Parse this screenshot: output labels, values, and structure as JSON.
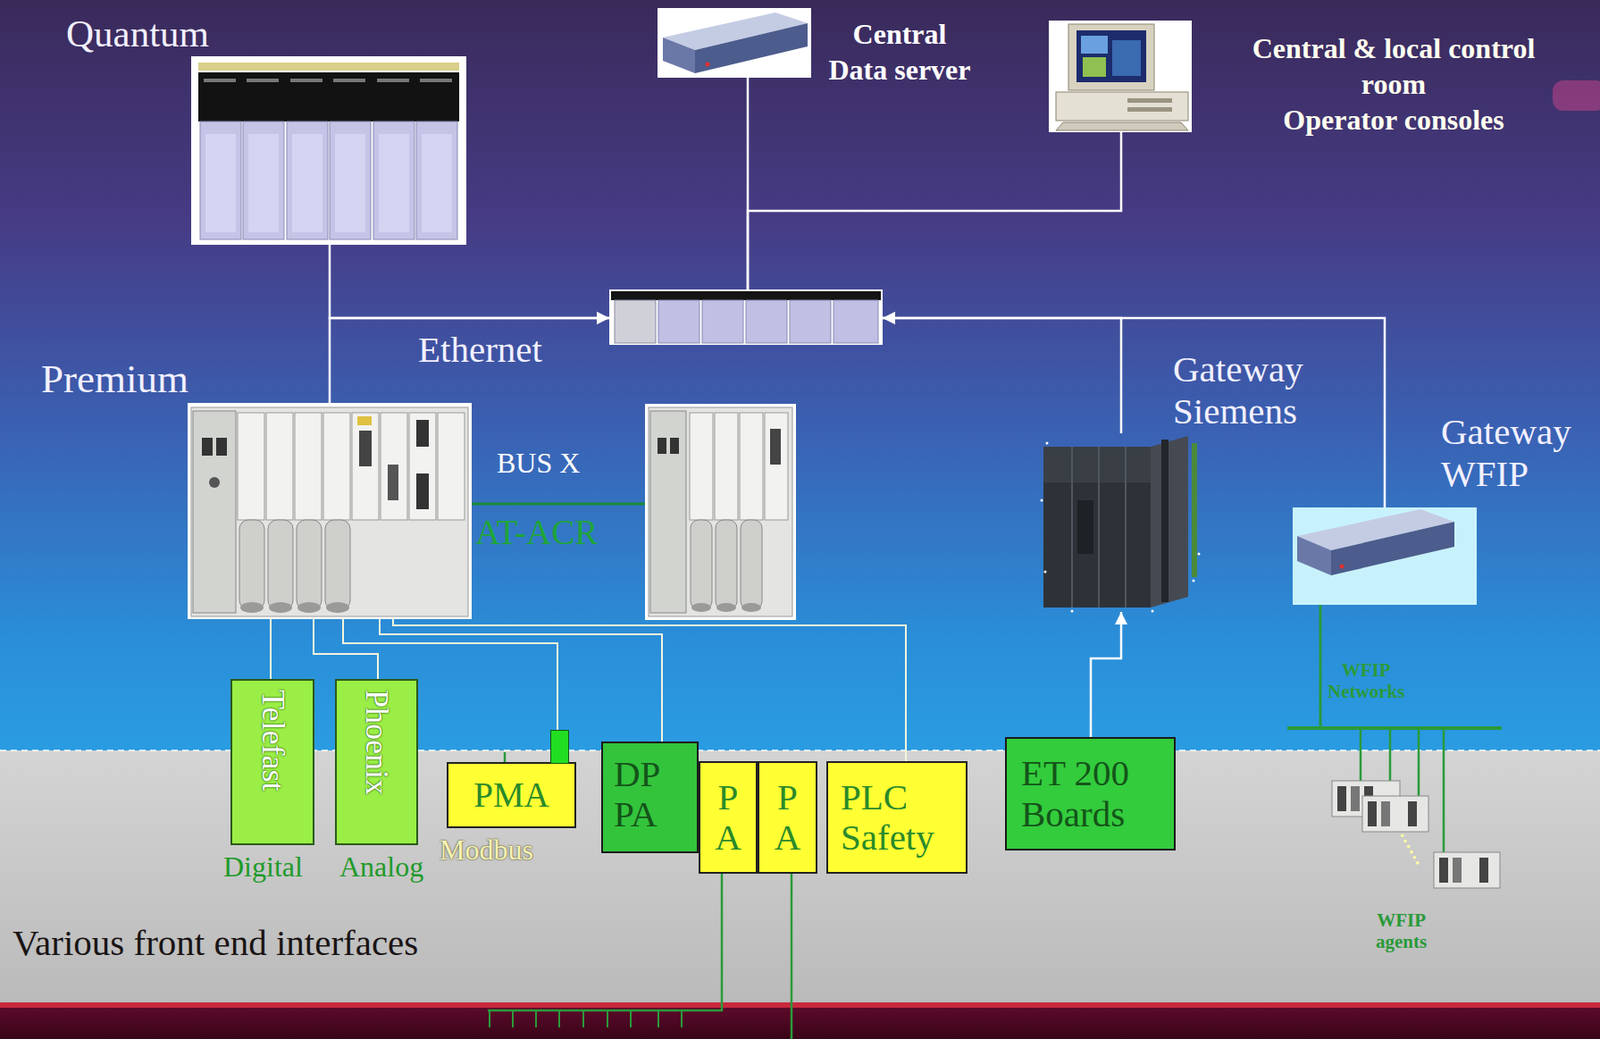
{
  "diagram": {
    "nodes": [
      {
        "text": [
          "Quantum"
        ]
      },
      {
        "text": [
          "Central Data server"
        ]
      },
      {
        "text": [
          "Central & local control room",
          "Operator consoles"
        ]
      },
      {
        "text": [
          "Ethernet"
        ]
      },
      {
        "text": [
          "Premium"
        ]
      },
      {
        "text": [
          "Gateway Siemens"
        ]
      },
      {
        "text": [
          "Gateway WFIP"
        ]
      },
      {
        "text": [
          "Telefast"
        ]
      },
      {
        "text": [
          "Phoenix"
        ]
      },
      {
        "text": [
          "PMA"
        ]
      },
      {
        "text": [
          "DP PA"
        ]
      },
      {
        "text": [
          "P A"
        ]
      },
      {
        "text": [
          "P A"
        ]
      },
      {
        "text": [
          "PLC Safety"
        ]
      },
      {
        "text": [
          "ET 200 Boards"
        ]
      }
    ],
    "edges": [
      {
        "from": 0,
        "to": 3,
        "arrow": "to"
      },
      {
        "from": 4,
        "to": 3,
        "arrow": "to"
      },
      {
        "from": 1,
        "to": 3,
        "arrow": "none"
      },
      {
        "from": 2,
        "to": 3,
        "arrow": "none"
      },
      {
        "from": 5,
        "to": 3,
        "arrow": "to"
      },
      {
        "from": 6,
        "to": 3,
        "arrow": "to"
      },
      {
        "from": 14,
        "to": 5,
        "arrow": "to"
      },
      {
        "from": 4,
        "to": 7,
        "arrow": "none"
      },
      {
        "from": 4,
        "to": 8,
        "arrow": "none"
      },
      {
        "from": 4,
        "to": 9,
        "arrow": "none"
      },
      {
        "from": 4,
        "to": 10,
        "arrow": "none"
      },
      {
        "from": 4,
        "to": 13,
        "arrow": "none"
      }
    ],
    "labels": [
      "BUS X",
      "AT-ACR",
      "WFIP Networks",
      "Digital",
      "Analog",
      "Modbus",
      "WFIP agents",
      "Various front end interfaces"
    ]
  }
}
